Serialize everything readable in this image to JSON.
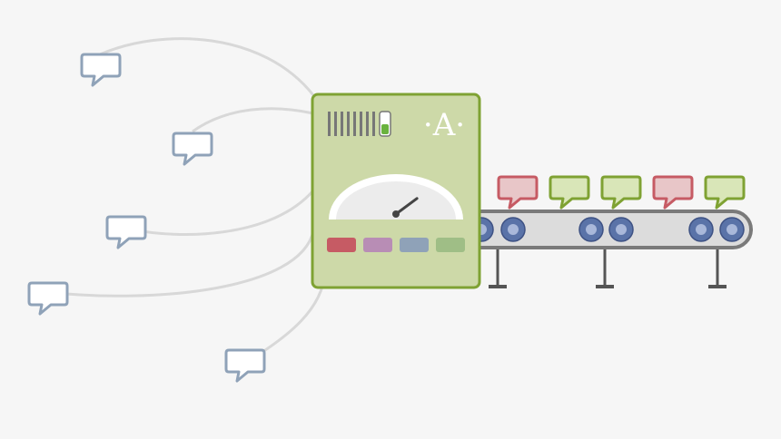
{
  "machine": {
    "logo_text": "·A·",
    "indicator_buttons": [
      {
        "name": "red",
        "color": "#c65b64"
      },
      {
        "name": "purple",
        "color": "#b88db5"
      },
      {
        "name": "blue-gray",
        "color": "#8fa2b8"
      },
      {
        "name": "green",
        "color": "#9fbe86"
      }
    ],
    "body_color": "#cdd9a8",
    "border_color": "#7fa233",
    "gauge_needle_fraction": 0.78
  },
  "input_bubbles": {
    "count": 5,
    "color": "#8fa2b8"
  },
  "output_bubbles": [
    {
      "status": "rejected",
      "color": "#c65b64",
      "fill": "#e8c6c8"
    },
    {
      "status": "accepted",
      "color": "#7fa233",
      "fill": "#d9e6b8"
    },
    {
      "status": "accepted",
      "color": "#7fa233",
      "fill": "#d9e6b8"
    },
    {
      "status": "rejected",
      "color": "#c65b64",
      "fill": "#e8c6c8"
    },
    {
      "status": "accepted",
      "color": "#7fa233",
      "fill": "#d9e6b8"
    }
  ],
  "conveyor": {
    "belt_color": "#dcdcdc",
    "rim_color": "#7a7a7a",
    "roller_color": "#5a73a8",
    "roller_count": 6,
    "leg_count": 3
  },
  "connector_color": "#d8d8d8"
}
